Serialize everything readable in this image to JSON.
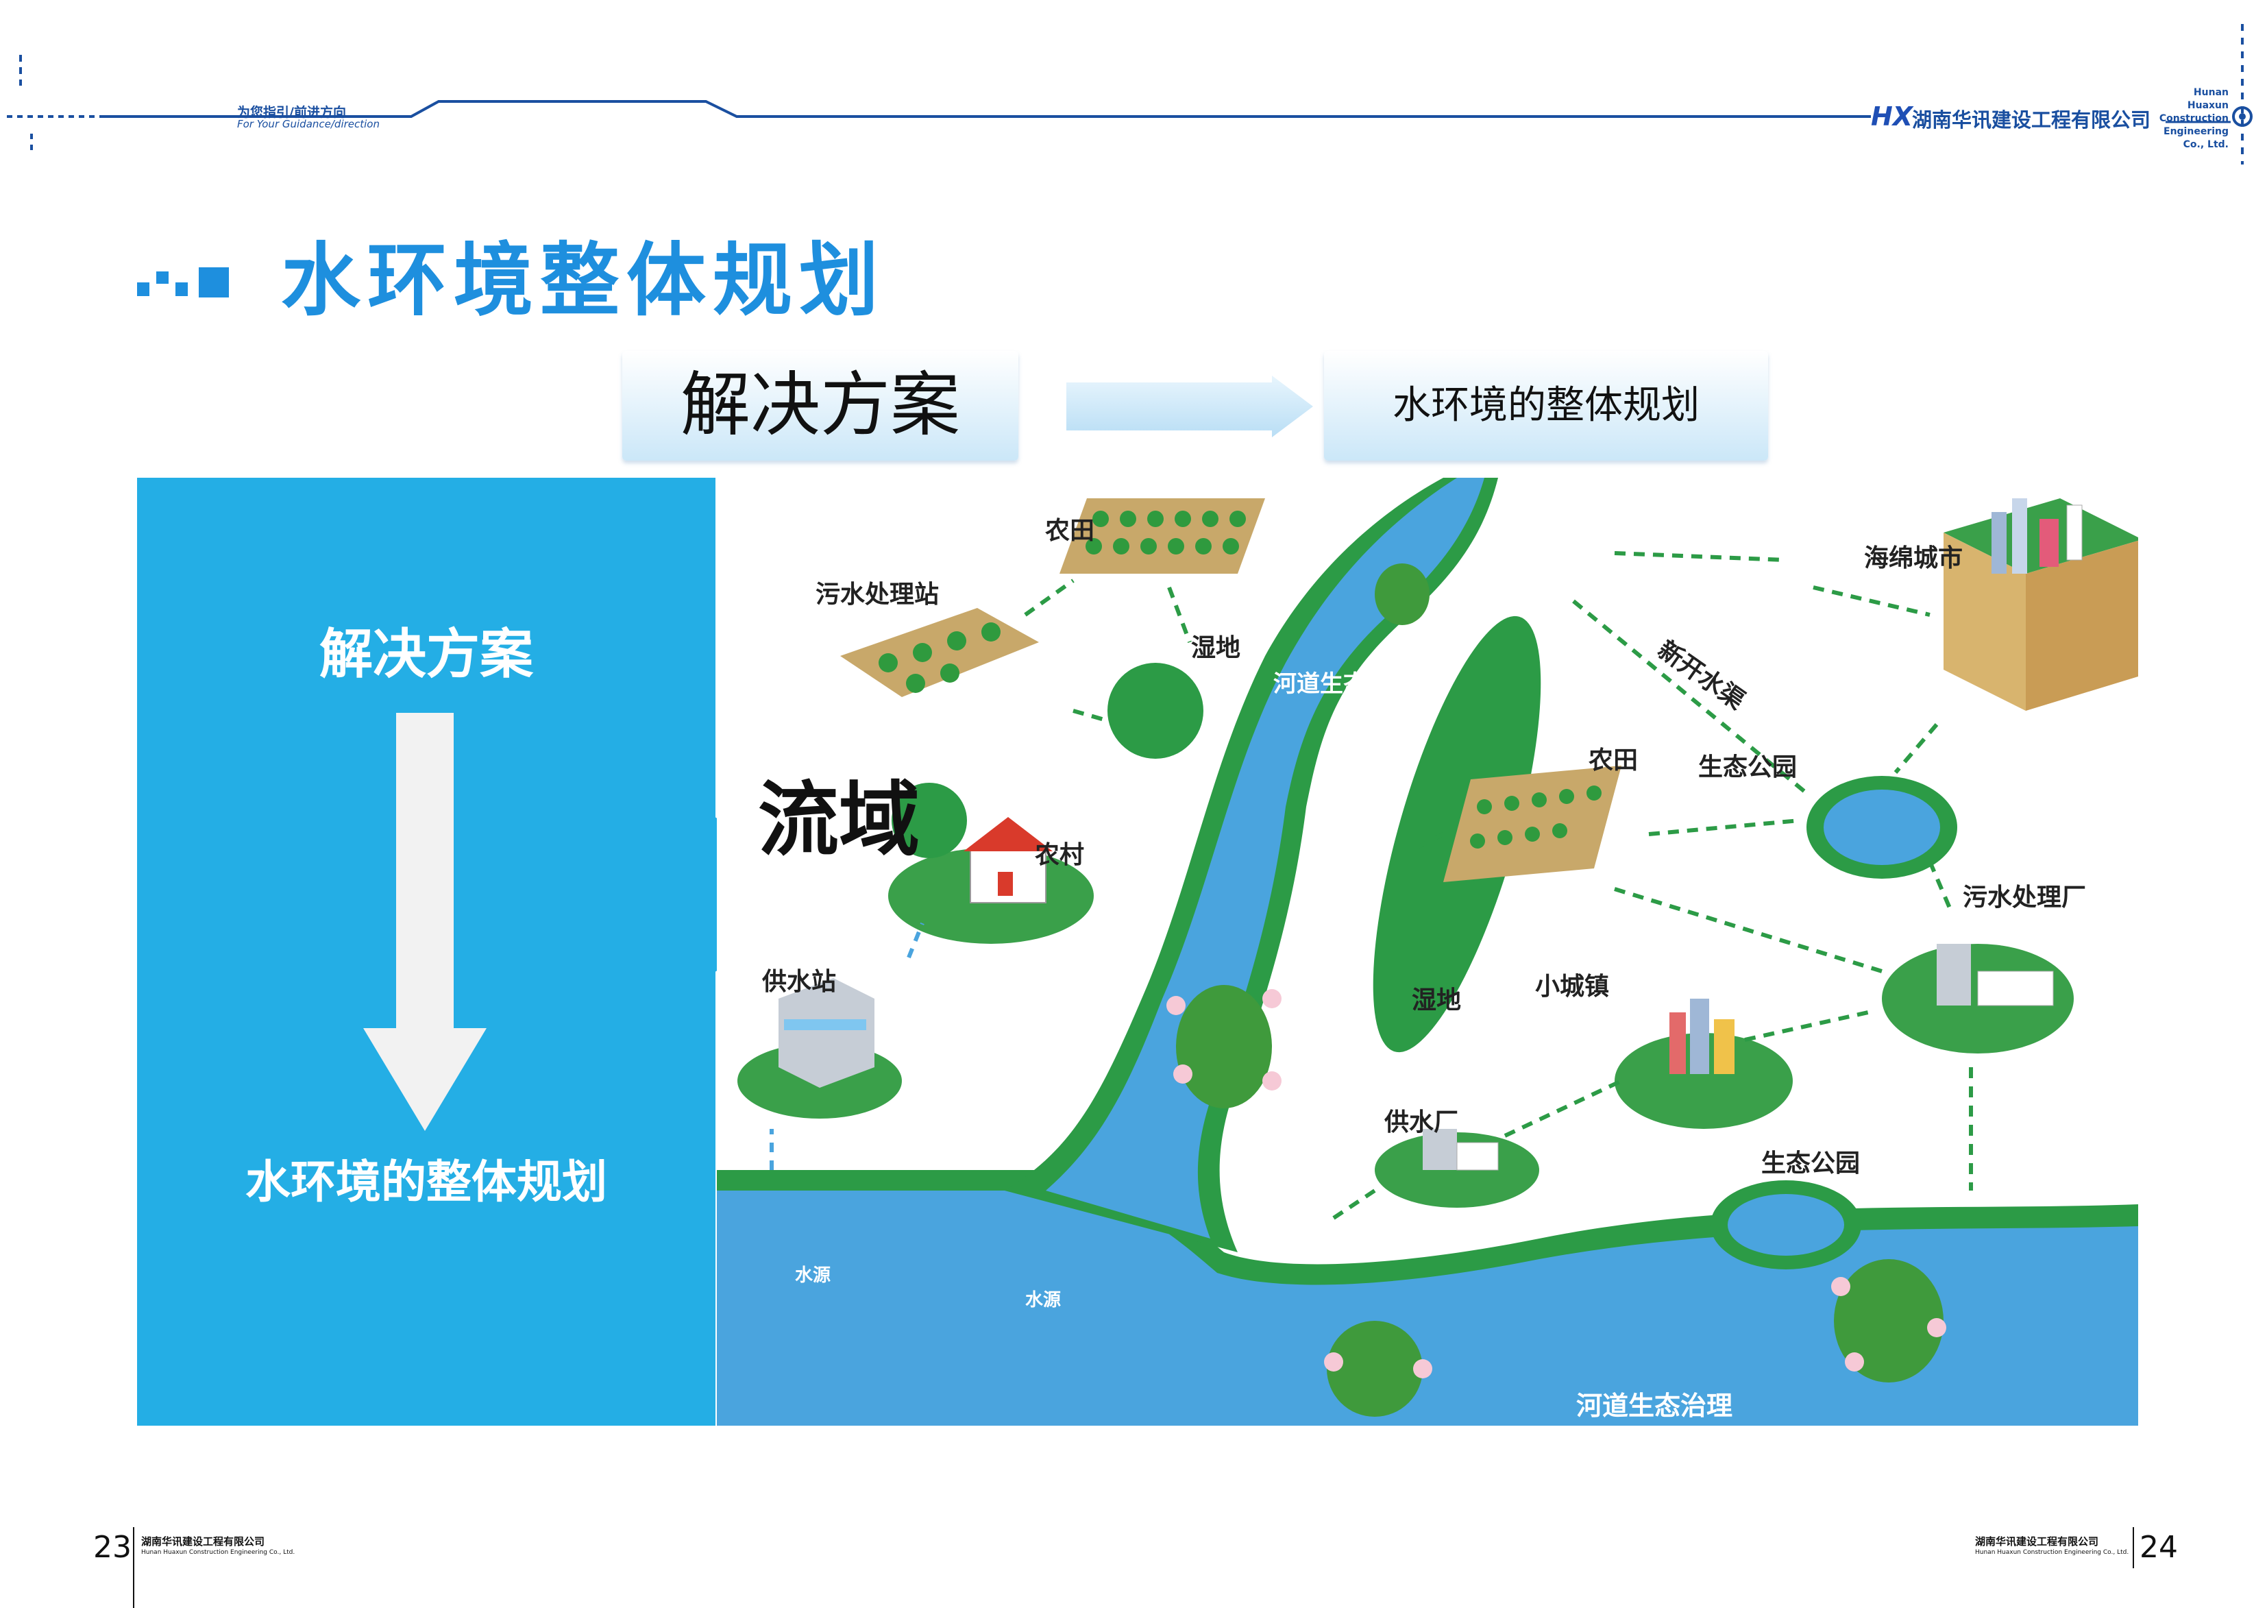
{
  "header": {
    "tagline_cn": "为您指引/前进方向",
    "tagline_en": "For Your Guidance/direction",
    "logo_mark": "HX",
    "company_cn": "湖南华讯建设工程有限公司",
    "company_en": [
      "Hunan",
      "Huaxun",
      "Construction",
      "Engineering",
      "Co., Ltd."
    ]
  },
  "title": "水环境整体规划",
  "flow": {
    "from_label": "解决方案",
    "to_label": "水环境的整体规划"
  },
  "panel": {
    "top_label": "解决方案",
    "bottom_label": "水环境的整体规划"
  },
  "map": {
    "basin": "流域",
    "labels": {
      "farmland_top": "农田",
      "sewage_station": "污水处理站",
      "wetland_top": "湿地",
      "river_treatment_top": "河道生态治理",
      "sponge_city": "海绵城市",
      "new_canal": "新开水渠",
      "farmland_mid": "农田",
      "eco_park_top": "生态公园",
      "village": "农村",
      "sewage_plant": "污水处理厂",
      "water_station": "供水站",
      "wetland_mid": "湿地",
      "small_town": "小城镇",
      "water_plant": "供水厂",
      "eco_park_bottom": "生态公园",
      "water_source_1": "水源",
      "water_source_2": "水源",
      "river_treatment_bottom": "河道生态治理"
    },
    "colors": {
      "river": "#3e9ad8",
      "bank": "#2c9b46",
      "land": "#ffffff"
    }
  },
  "footer": {
    "left_page": "23",
    "right_page": "24",
    "company_cn": "湖南华讯建设工程有限公司",
    "company_en": "Hunan Huaxun Construction Engineering Co., Ltd."
  }
}
